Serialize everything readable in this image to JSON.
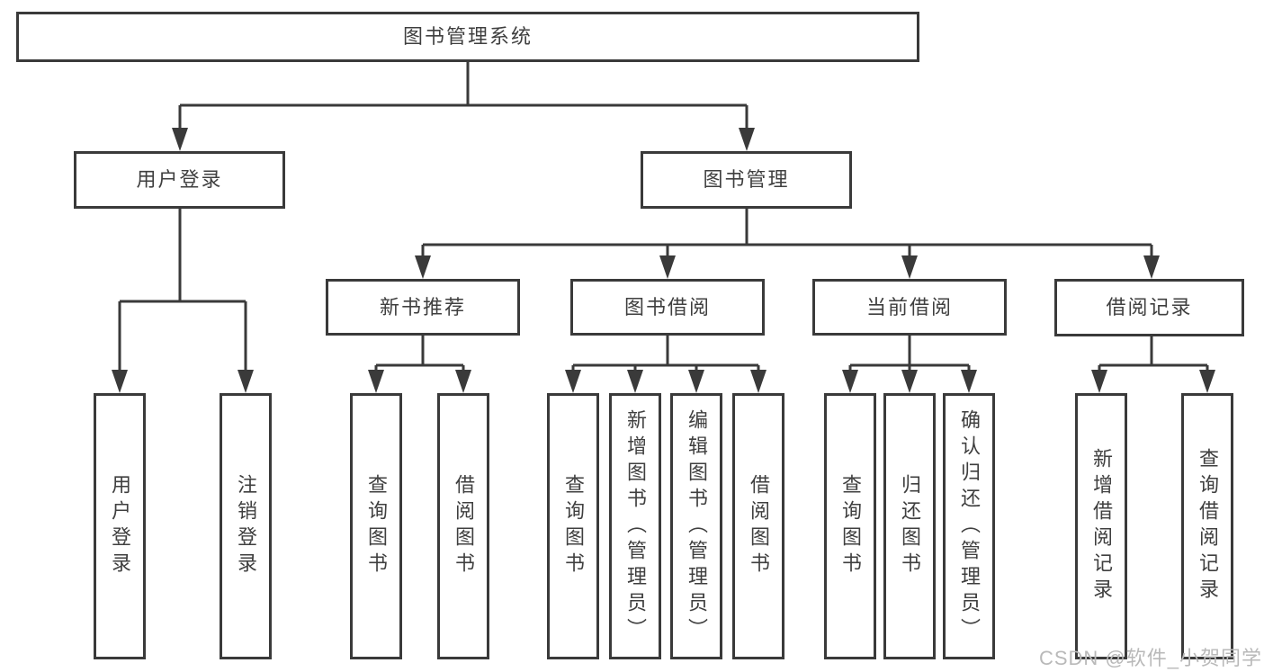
{
  "diagram_title": "图书管理系统",
  "chart": {
    "root": "图书管理系统",
    "level2": [
      "用户登录",
      "图书管理"
    ],
    "level3": [
      "新书推荐",
      "图书借阅",
      "当前借阅",
      "借阅记录"
    ],
    "leaves": {
      "user_login": [
        "用户登录",
        "注销登录"
      ],
      "new_book": [
        "查询图书",
        "借阅图书"
      ],
      "book_borrow": [
        "查询图书",
        "新增图书（管理员）",
        "编辑图书（管理员）",
        "借阅图书"
      ],
      "current_borrow": [
        "查询图书",
        "归还图书",
        "确认归还（管理员）"
      ],
      "borrow_records": [
        "新增借阅记录",
        "查询借阅记录"
      ]
    }
  },
  "watermark": "CSDN @软件_小贺同学",
  "colors": {
    "line": "#3a3a3a",
    "text": "#3f3f3f",
    "watermark": "#b9b9b9",
    "background": "#ffffff"
  }
}
